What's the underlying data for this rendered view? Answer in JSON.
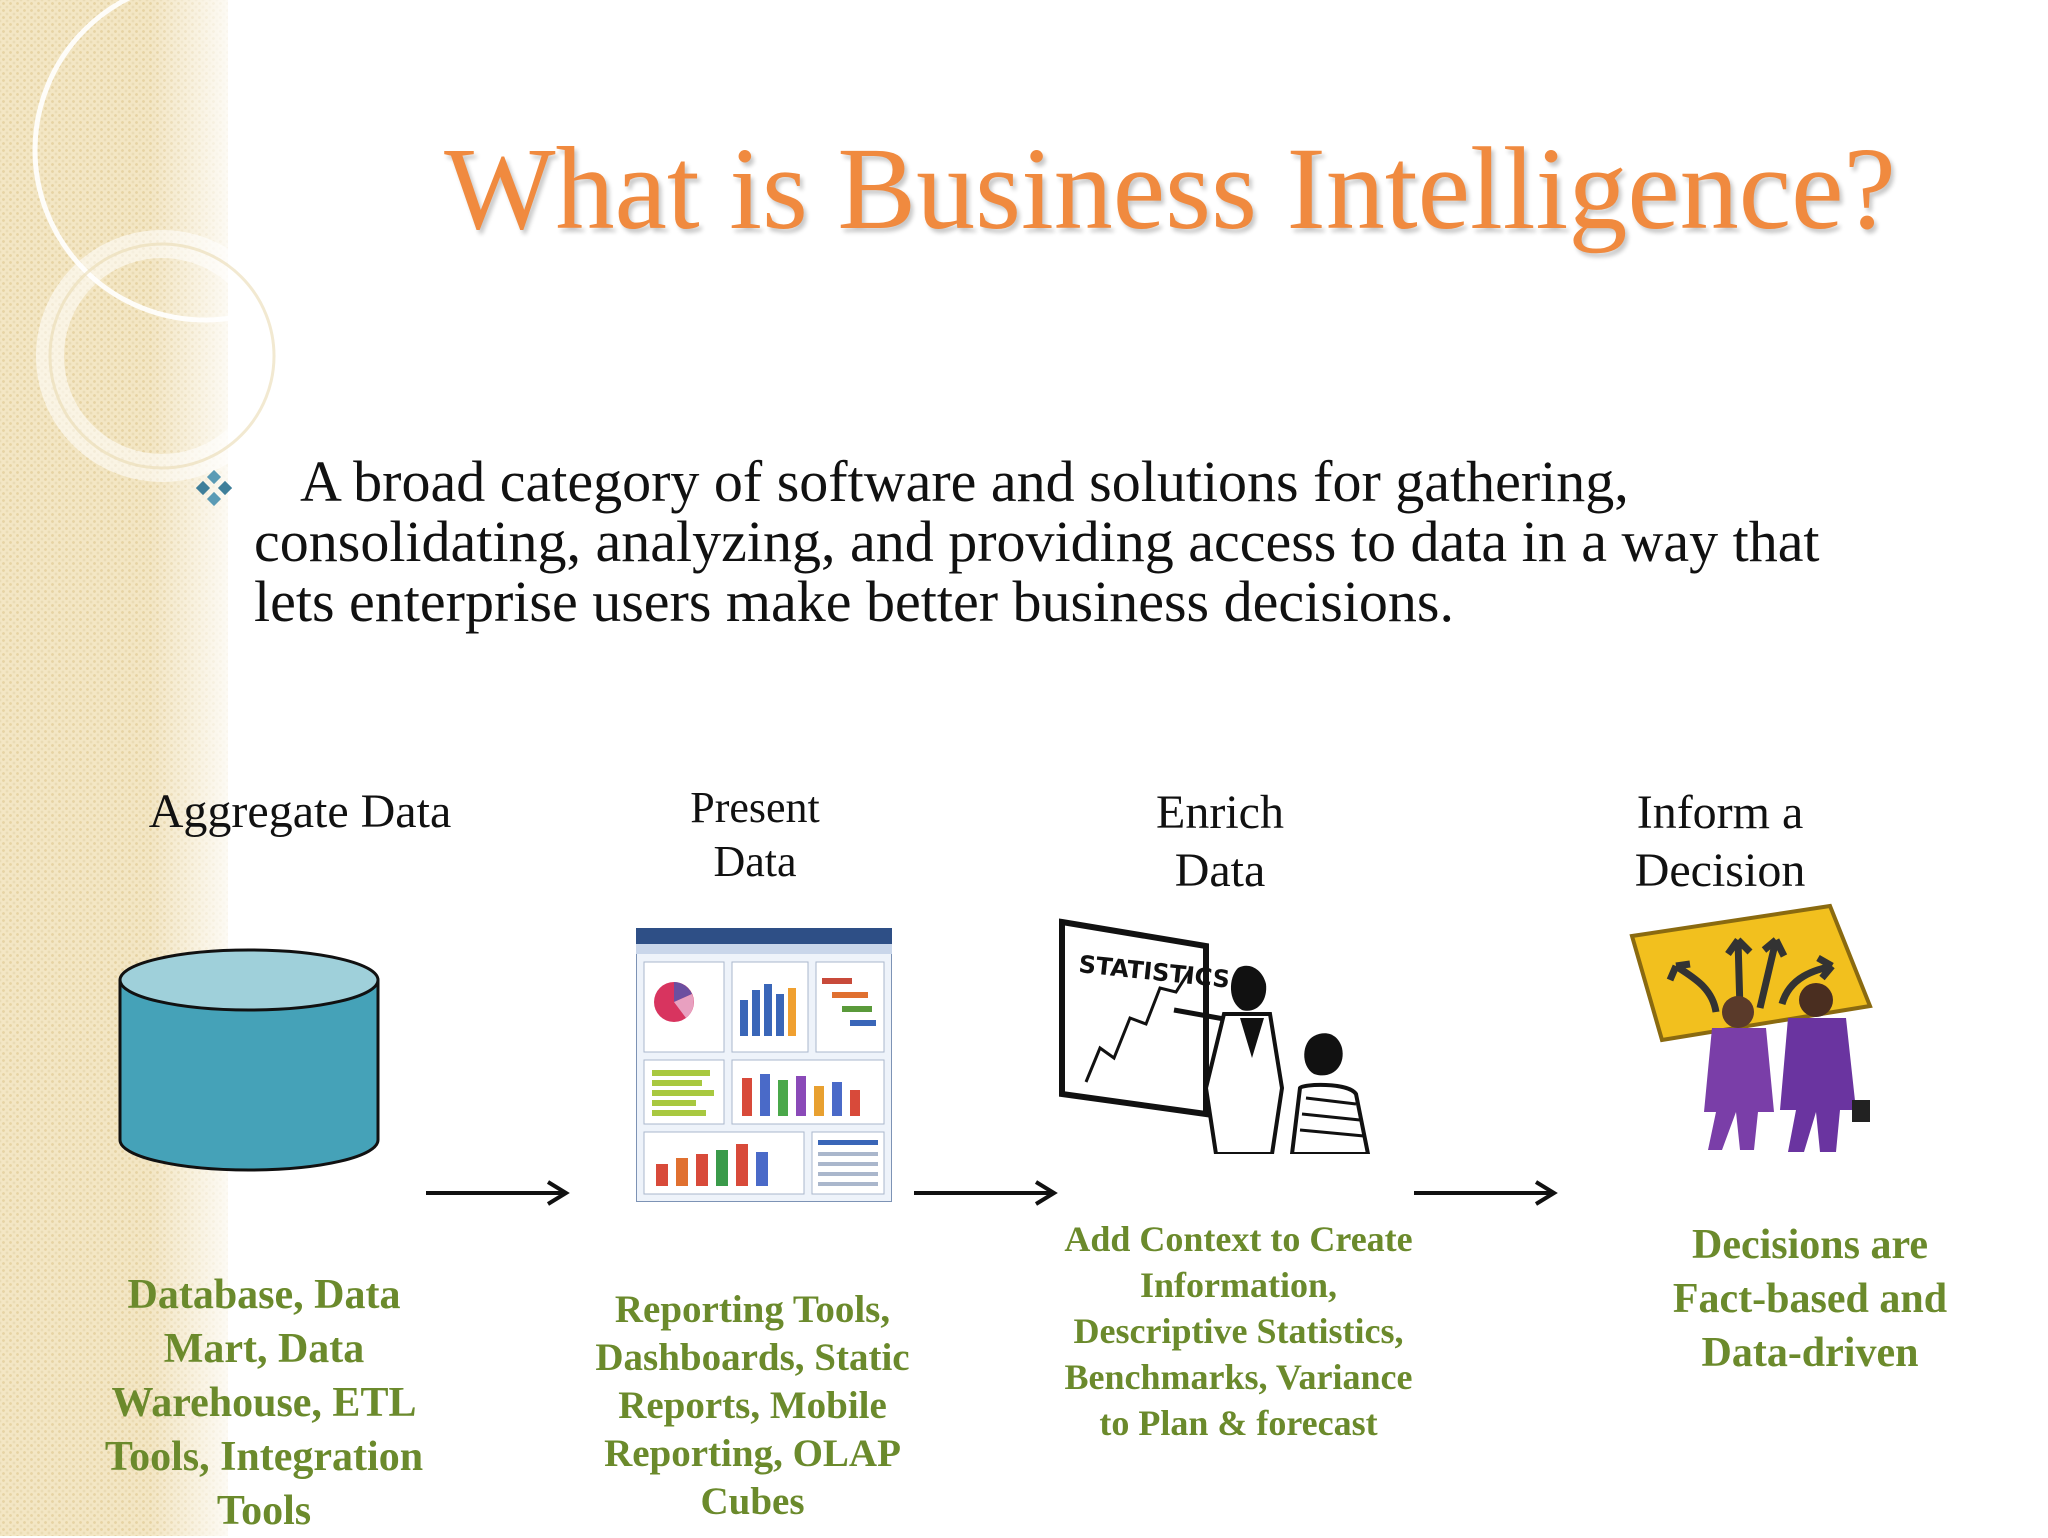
{
  "slide": {
    "title": "What is Business Intelligence?",
    "bullet": "A broad category of software and solutions for gathering, consolidating, analyzing, and providing access to data in a way that lets enterprise users make better business decisions."
  },
  "steps": [
    {
      "label": "Aggregate Data",
      "icon": "database-cylinder-icon",
      "desc": "Database, Data Mart, Data Warehouse, ETL Tools, Integration Tools"
    },
    {
      "label": "Present Data",
      "icon": "dashboard-screenshot-icon",
      "desc": "Reporting Tools, Dashboards, Static Reports, Mobile Reporting, OLAP Cubes"
    },
    {
      "label": "Enrich Data",
      "icon": "statistics-presentation-icon",
      "sign_text": "STATISTICS",
      "desc": "Add Context to Create Information, Descriptive Statistics, Benchmarks, Variance to Plan & forecast"
    },
    {
      "label": "Inform a Decision",
      "icon": "crossroads-sign-icon",
      "desc": "Decisions are Fact-based and Data-driven"
    }
  ],
  "colors": {
    "title": "#f08a3f",
    "description": "#6b8a2c",
    "database": "#45a2b8",
    "database_top": "#9fd0da",
    "sidebar": "#f3e6c4"
  }
}
